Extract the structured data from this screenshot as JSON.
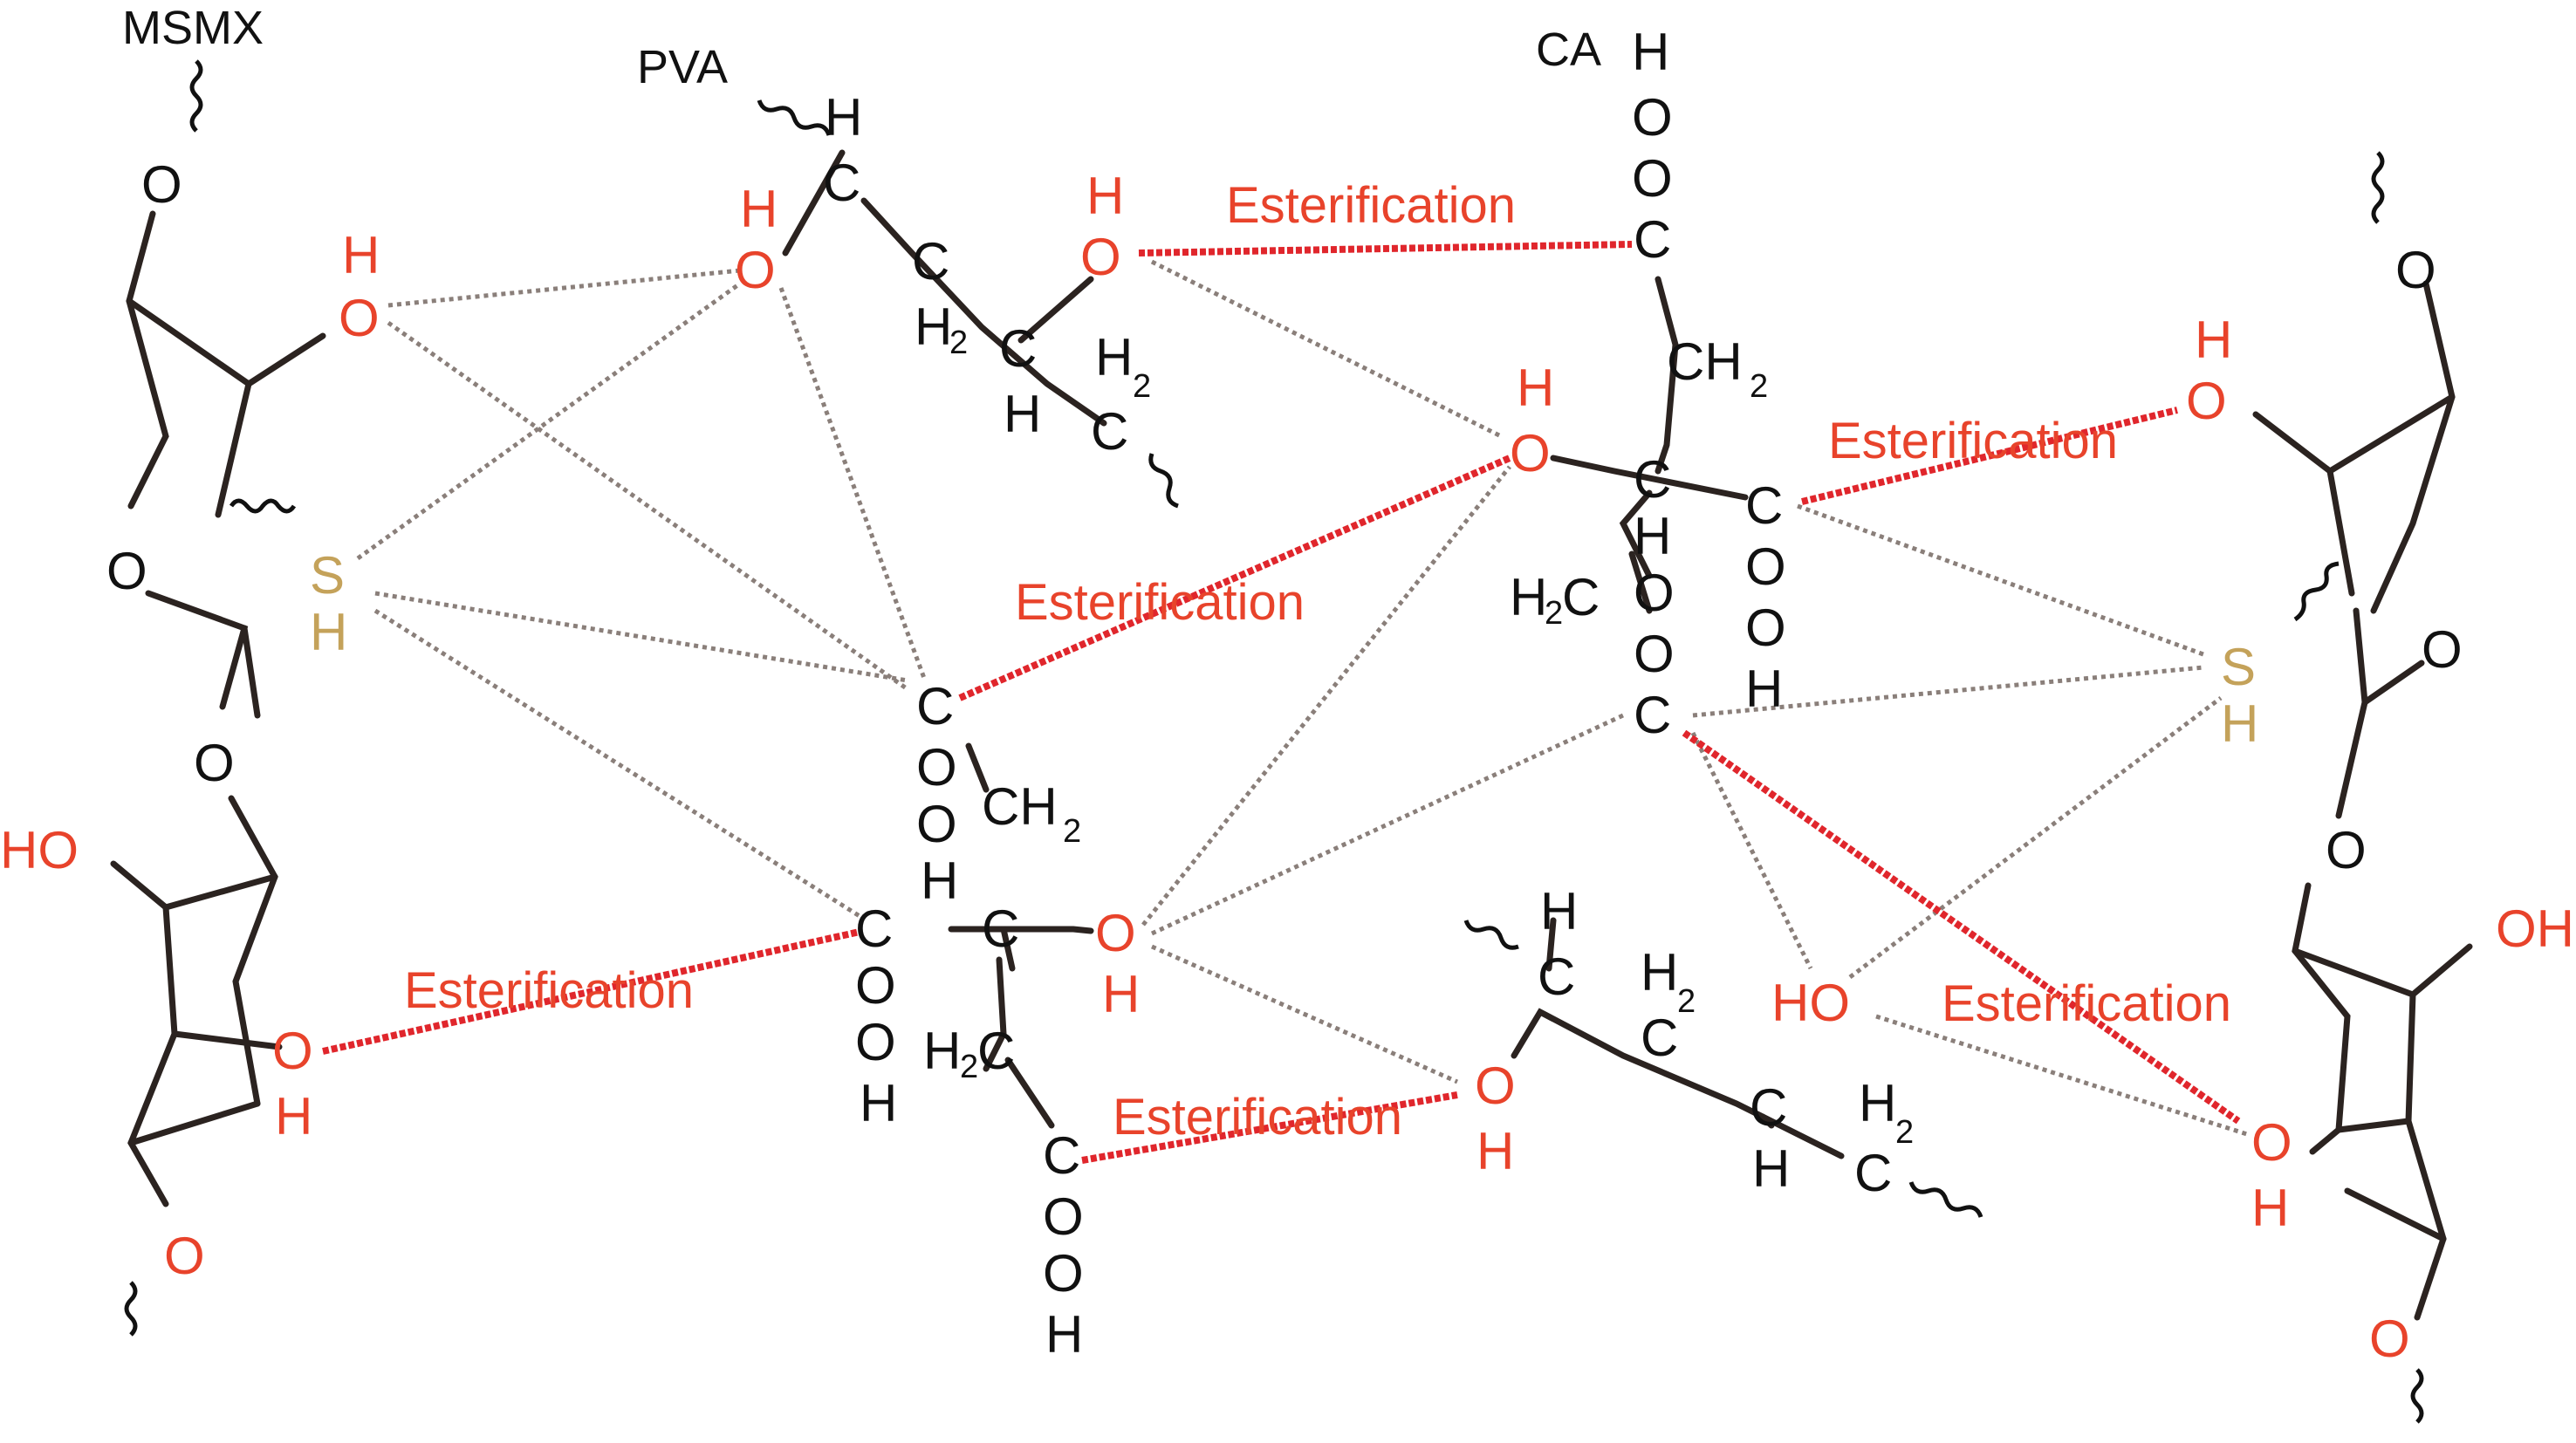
{
  "labels": {
    "msmx": "MSMX",
    "pva": "PVA",
    "ca": "CA"
  },
  "interaction": {
    "esterification": "Esterification"
  },
  "atoms": {
    "H": "H",
    "O": "O",
    "C": "C",
    "S": "S",
    "HO": "HO",
    "OH": "OH",
    "CH": "CH",
    "sub2": "2"
  },
  "colors": {
    "bond": "#2b2320",
    "text": "#111111",
    "hydroxyl": "#e8432b",
    "thiol": "#c4a25a",
    "esterification_line": "#e0262c",
    "hydrogen_bond_line": "#8a7f7a"
  }
}
